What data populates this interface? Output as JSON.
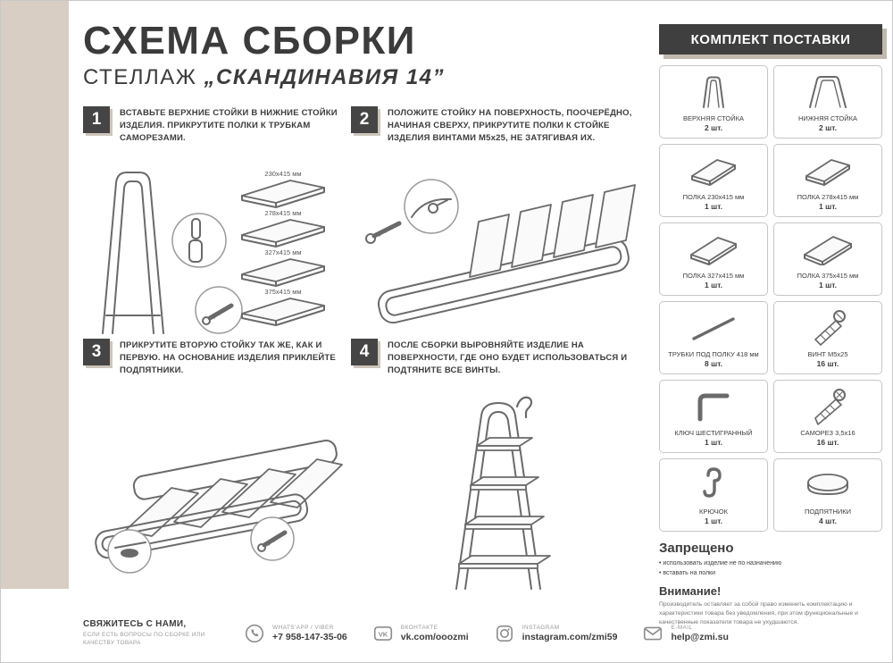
{
  "page": {
    "title": "СХЕМА СБОРКИ",
    "subtitle_prefix": "СТЕЛЛАЖ",
    "subtitle_name": "„СКАНДИНАВИЯ 14”"
  },
  "steps": [
    {
      "num": "1",
      "text": "ВСТАВЬТЕ ВЕРХНИЕ СТОЙКИ В НИЖНИЕ СТОЙКИ ИЗДЕЛИЯ. ПРИКРУТИТЕ ПОЛКИ К ТРУБКАМ САМОРЕЗАМИ."
    },
    {
      "num": "2",
      "text": "ПОЛОЖИТЕ СТОЙКУ НА ПОВЕРХНОСТЬ, ПООЧЕРЁДНО, НАЧИНАЯ СВЕРХУ, ПРИКРУТИТЕ ПОЛКИ К СТОЙКЕ ИЗДЕЛИЯ ВИНТАМИ М5х25, НЕ ЗАТЯГИВАЯ ИХ."
    },
    {
      "num": "3",
      "text": "ПРИКРУТИТЕ ВТОРУЮ СТОЙКУ ТАК ЖЕ, КАК И ПЕРВУЮ. НА ОСНОВАНИЕ ИЗДЕЛИЯ ПРИКЛЕЙТЕ ПОДПЯТНИКИ."
    },
    {
      "num": "4",
      "text": "ПОСЛЕ СБОРКИ ВЫРОВНЯЙТЕ ИЗДЕЛИЕ НА ПОВЕРХНОСТИ, ГДЕ ОНО БУДЕТ ИСПОЛЬЗОВАТЬСЯ И ПОДТЯНИТЕ ВСЕ ВИНТЫ."
    }
  ],
  "shelf_labels": [
    "230х415 мм",
    "278х415 мм",
    "327х415 мм",
    "375х415 мм"
  ],
  "kit": {
    "title": "КОМПЛЕКТ ПОСТАВКИ",
    "items": [
      {
        "name": "ВЕРХНЯЯ СТОЙКА",
        "qty": "2 шт."
      },
      {
        "name": "НИЖНЯЯ СТОЙКА",
        "qty": "2 шт."
      },
      {
        "name": "ПОЛКА 230х415 мм",
        "qty": "1 шт."
      },
      {
        "name": "ПОЛКА 278х415 мм",
        "qty": "1 шт."
      },
      {
        "name": "ПОЛКА 327х415 мм",
        "qty": "1 шт."
      },
      {
        "name": "ПОЛКА 375х415 мм",
        "qty": "1 шт."
      },
      {
        "name": "ТРУБКИ ПОД ПОЛКУ 418 мм",
        "qty": "8 шт."
      },
      {
        "name": "ВИНТ М5х25",
        "qty": "16 шт."
      },
      {
        "name": "КЛЮЧ ШЕСТИГРАННЫЙ",
        "qty": "1 шт."
      },
      {
        "name": "САМОРЕЗ 3,5х16",
        "qty": "16 шт."
      },
      {
        "name": "КРЮЧОК",
        "qty": "1 шт."
      },
      {
        "name": "ПОДПЯТНИКИ",
        "qty": "4 шт."
      }
    ]
  },
  "forbidden": {
    "title": "Запрещено",
    "items": [
      "использовать изделие не по назначению",
      "вставать на полки"
    ]
  },
  "attention": {
    "title": "Внимание!",
    "text": "Производитель оставляет за собой право изменить комплектацию и характеристики товара без уведомления, при этом функциональные и качественные показатели товара не ухудшаются."
  },
  "contacts": {
    "heading": "СВЯЖИТЕСЬ С НАМИ,",
    "subheading": "ЕСЛИ ЕСТЬ ВОПРОСЫ ПО СБОРКЕ ИЛИ КАЧЕСТВУ ТОВАРА",
    "vk_glyph": "VK",
    "items": [
      {
        "label": "WHATS'APP / VIBER",
        "value": "+7 958-147-35-06"
      },
      {
        "label": "ВКОНТАКТЕ",
        "value": "vk.com/ooozmi"
      },
      {
        "label": "INSTAGRAM",
        "value": "instagram.com/zmi59"
      },
      {
        "label": "E-MAIL",
        "value": "help@zmi.su"
      }
    ]
  }
}
